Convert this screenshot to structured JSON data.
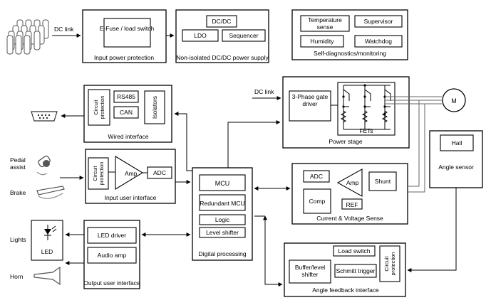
{
  "input_power": {
    "dc_link": "DC link",
    "efuse": "E-Fuse / load switch",
    "title": "Input power protection"
  },
  "dcdc_supply": {
    "dcdc": "DC/DC",
    "ldo": "LDO",
    "sequencer": "Sequencer",
    "title": "Non-isolated DC/DC power supply"
  },
  "self_diag": {
    "temperature_line1": "Temperature",
    "temperature_line2": "sense",
    "supervisor": "Supervisor",
    "humidity": "Humidity",
    "watchdog": "Watchdog",
    "title": "Self-diagnostics/monitoring"
  },
  "wired": {
    "circuit_protection_line1": "Circuit",
    "circuit_protection_line2": "protection",
    "rs485": "RS485",
    "can": "CAN",
    "isolators": "Isolators",
    "title": "Wired interface"
  },
  "power_stage": {
    "dc_link": "DC link",
    "gate_driver_line1": "3-Phase gate",
    "gate_driver_line2": "driver",
    "fets": "FETs",
    "title": "Power stage",
    "motor": "M"
  },
  "angle_sensor": {
    "hall": "Hall",
    "title": "Angle sensor"
  },
  "input_user": {
    "pedal_line1": "Pedal",
    "pedal_line2": "assist",
    "brake": "Brake",
    "circuit_protection_line1": "Circuit",
    "circuit_protection_line2": "protection",
    "amp": "Amp",
    "adc": "ADC",
    "title": "Input user interface"
  },
  "digital": {
    "mcu": "MCU",
    "redundant_mcu": "Redundant MCU",
    "logic": "Logic",
    "level_shifter": "Level shifter",
    "title": "Digital processing"
  },
  "current_sense": {
    "adc": "ADC",
    "amp": "Amp",
    "shunt": "Shunt",
    "comp": "Comp",
    "ref": "REF",
    "title": "Current & Voltage Sense"
  },
  "output_user": {
    "lights": "Lights",
    "led": "LED",
    "horn": "Horn",
    "led_driver": "LED driver",
    "audio_amp": "Audio amp",
    "title": "Output user interface"
  },
  "angle_feedback": {
    "load_switch": "Load switch",
    "buffer_line1": "Buffer/level",
    "buffer_line2": "shifter",
    "schmitt": "Schmitt trigger",
    "circuit_protection_line1": "Circuit",
    "circuit_protection_line2": "protection",
    "title": "Angle feedback interface"
  }
}
